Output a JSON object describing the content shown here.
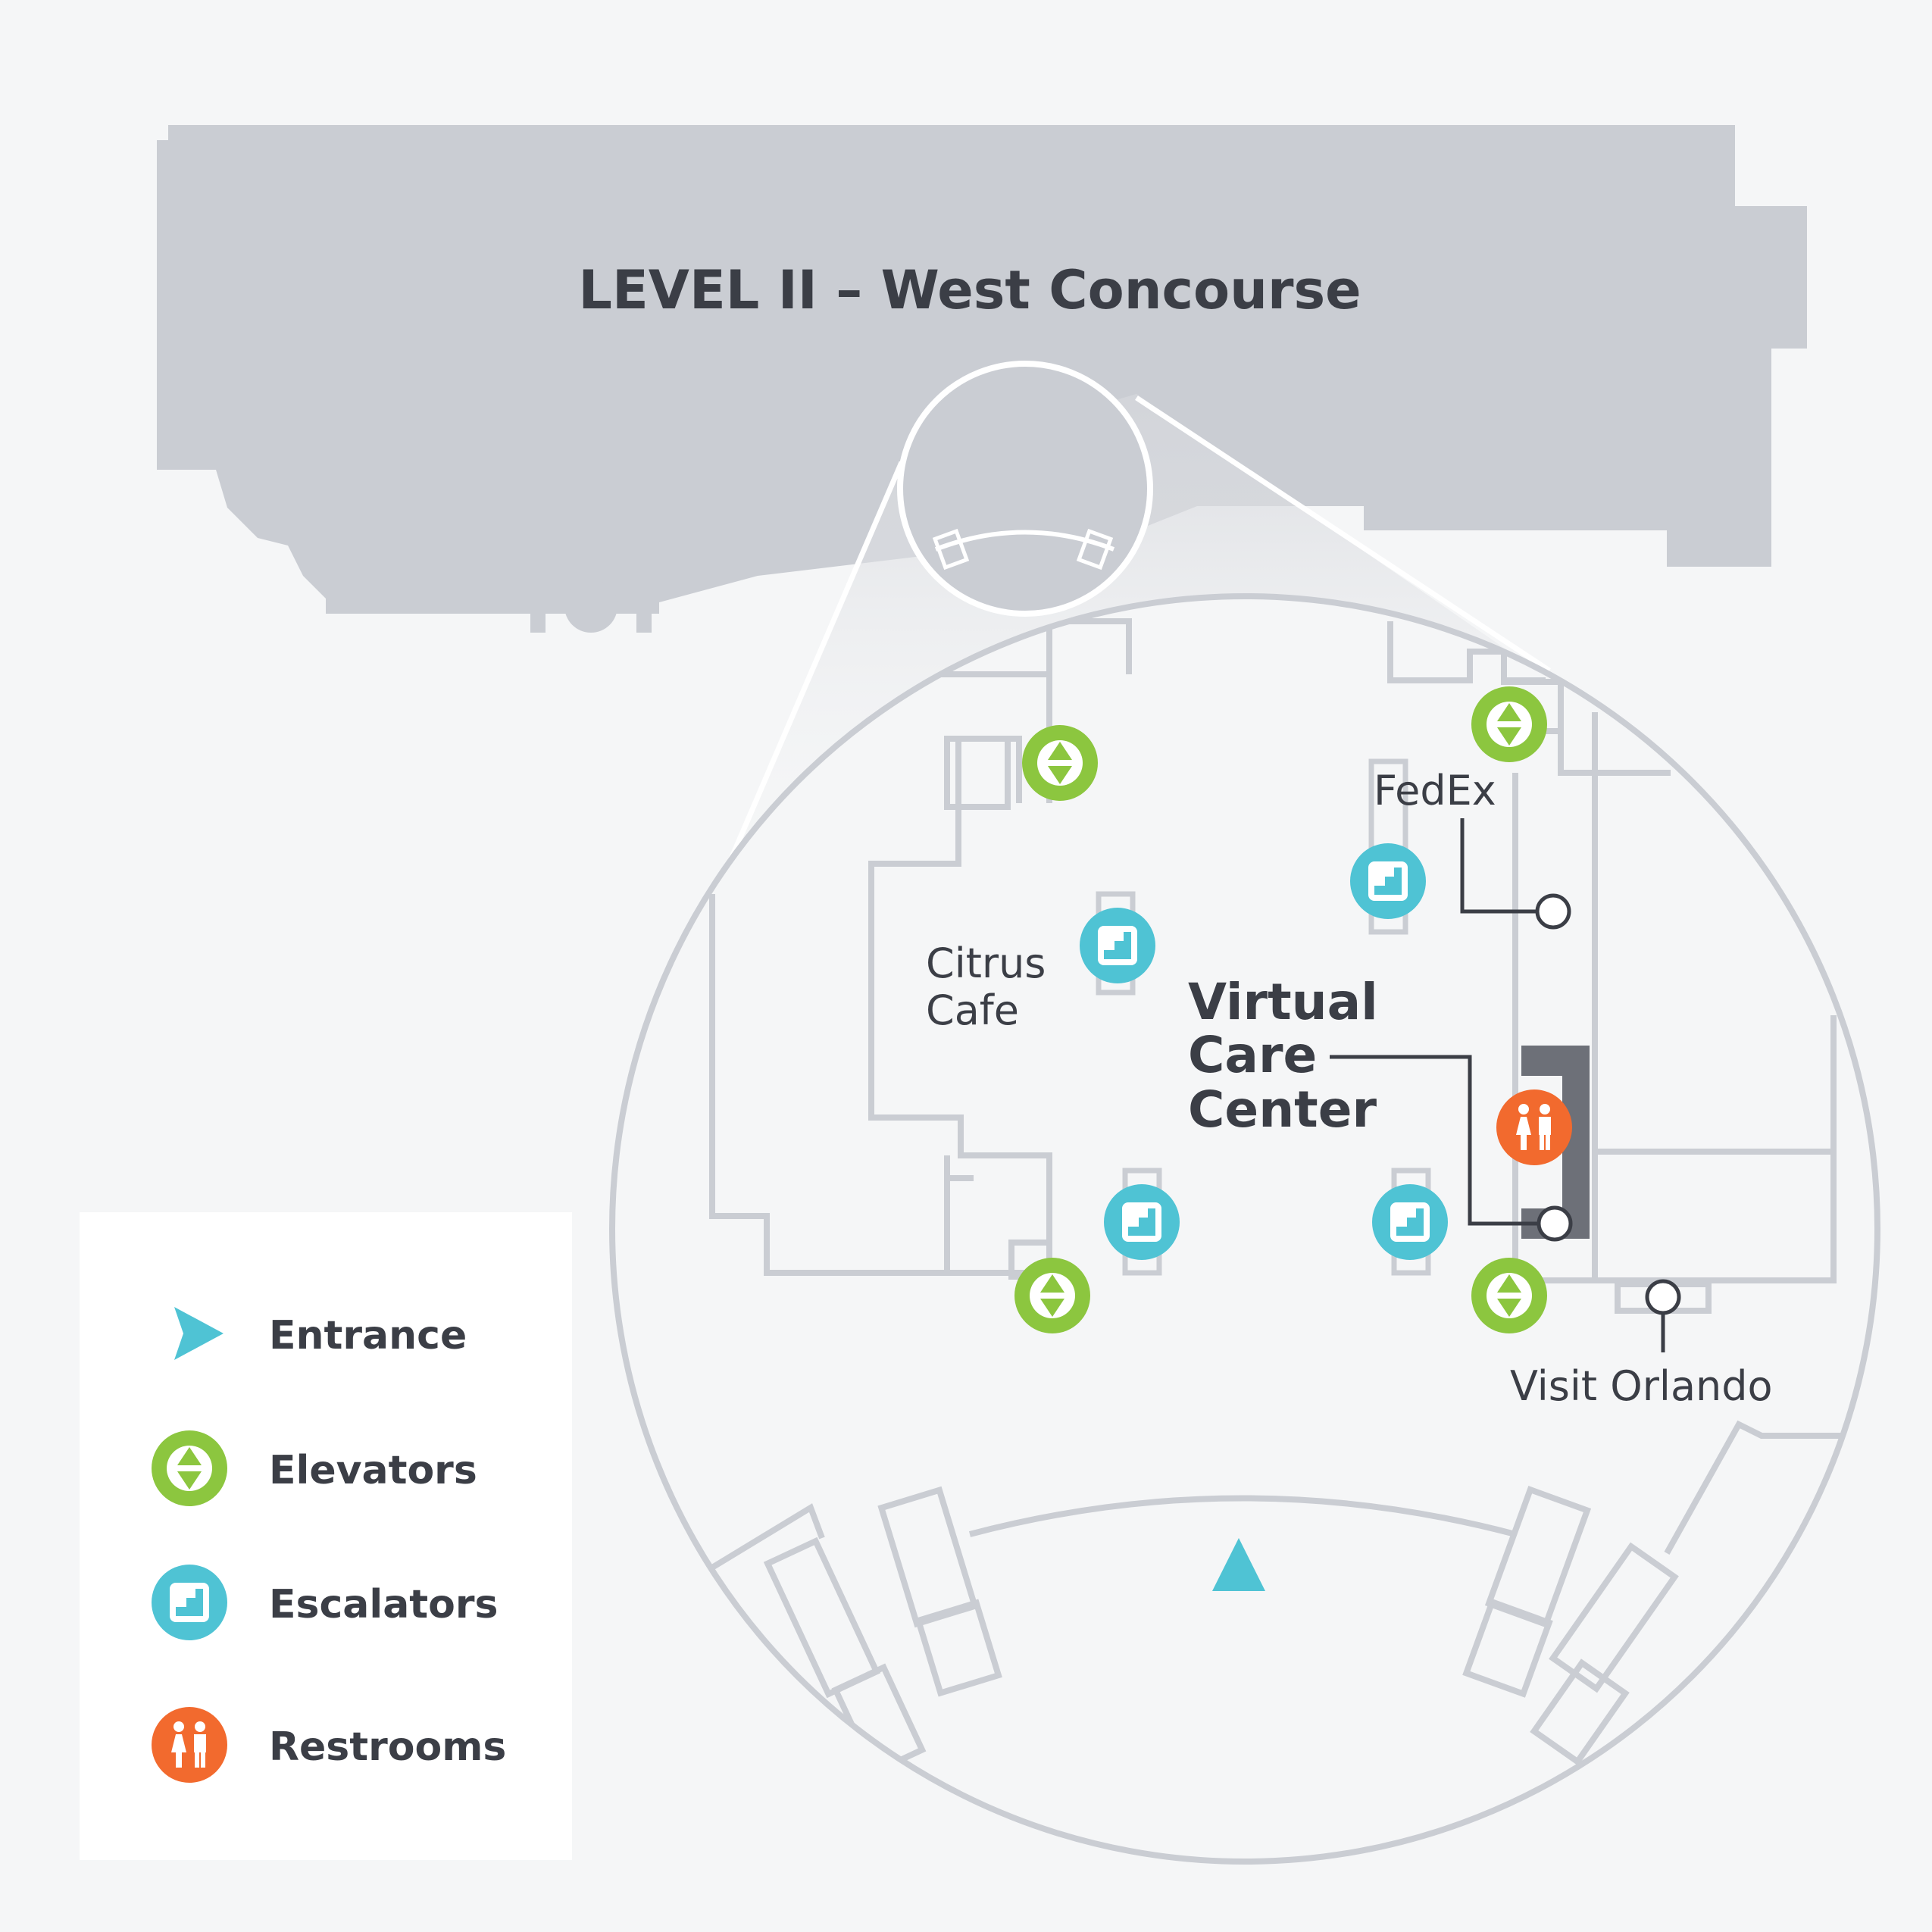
{
  "title": "LEVEL II – West Concourse",
  "places": {
    "fedex": "FedEx",
    "citrus_line1": "Citrus",
    "citrus_line2": "Cafe",
    "vcc_line1": "Virtual",
    "vcc_line2": "Care",
    "vcc_line3": "Center",
    "visit_orlando": "Visit Orlando"
  },
  "legend": {
    "entrance": "Entrance",
    "elevators": "Elevators",
    "escalators": "Escalators",
    "restrooms": "Restrooms"
  },
  "colors": {
    "building": "#cacdd3",
    "elevator": "#8cc63f",
    "escalator": "#4fc3d4",
    "restroom": "#f26a2e",
    "entrance": "#4fc3d4",
    "text": "#3b3e46"
  }
}
